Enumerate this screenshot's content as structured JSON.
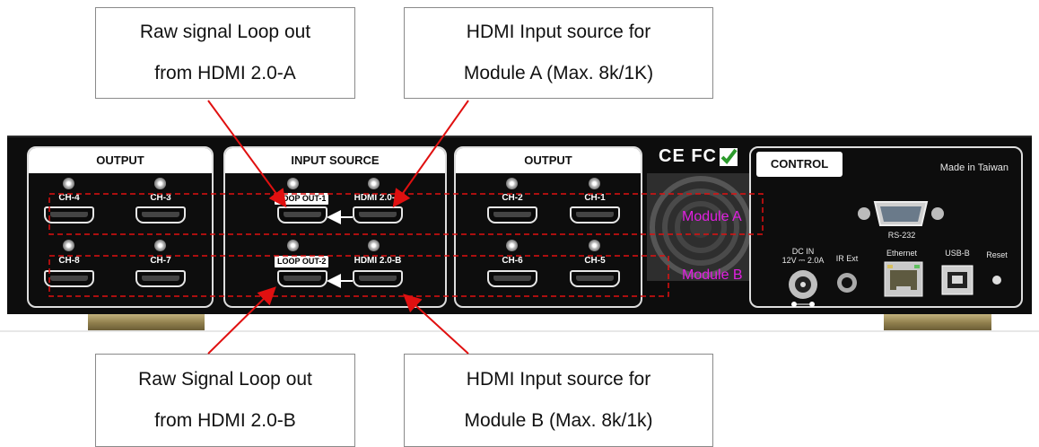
{
  "callouts": {
    "top_left": {
      "line1": "Raw signal Loop out",
      "line2": "from HDMI 2.0-A"
    },
    "top_right": {
      "line1": "HDMI Input source for",
      "line2": "Module A (Max. 8k/1K)"
    },
    "bottom_left": {
      "line1": "Raw Signal Loop out",
      "line2": "from HDMI 2.0-B"
    },
    "bottom_right": {
      "line1": "HDMI Input source for",
      "line2": "Module B (Max. 8k/1k)"
    }
  },
  "panels": {
    "output_left": "OUTPUT",
    "input_source": "INPUT SOURCE",
    "output_right": "OUTPUT",
    "control": "CONTROL"
  },
  "ports": {
    "ch4": "CH-4",
    "ch3": "CH-3",
    "ch8": "CH-8",
    "ch7": "CH-7",
    "loop1": "LOOP OUT-1",
    "hdmi_a": "HDMI 2.0-A",
    "loop2": "LOOP OUT-2",
    "hdmi_b": "HDMI 2.0-B",
    "ch2": "CH-2",
    "ch1": "CH-1",
    "ch6": "CH-6",
    "ch5": "CH-5"
  },
  "control": {
    "made_in": "Made in Taiwan",
    "rs232": "RS-232",
    "dc_in": "DC IN",
    "dc_rating": "12V ⎓ 2.0A",
    "ir_ext": "IR Ext",
    "ethernet": "Ethernet",
    "usb_b": "USB-B",
    "reset": "Reset"
  },
  "cert": "CE FC",
  "modules": {
    "a": "Module A",
    "b": "Module B"
  },
  "colors": {
    "arrow": "#e01010",
    "module_label": "#e020e0",
    "dashed_box": "#e01010"
  }
}
